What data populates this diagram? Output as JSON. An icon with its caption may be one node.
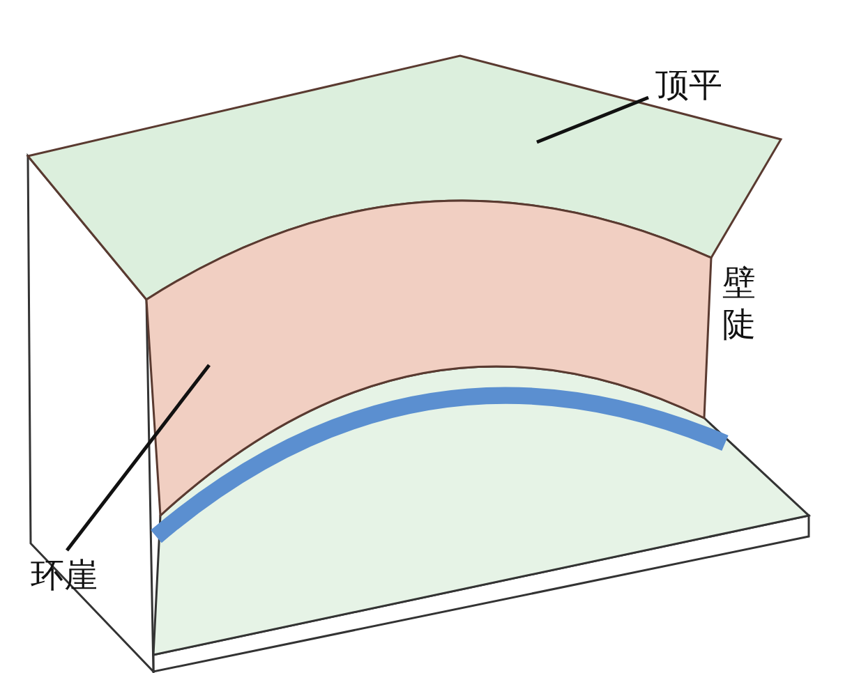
{
  "diagram": {
    "nodes": [
      {
        "text": [
          "顶平"
        ]
      },
      {
        "text": [],
        "shape": "picture"
      },
      {
        "text": [
          "环崖"
        ]
      },
      {
        "text": [],
        "shape": "picture"
      }
    ],
    "edges": [
      {
        "from": 0,
        "to": 1,
        "arrow": "none"
      },
      {
        "from": 2,
        "to": 3,
        "arrow": "none"
      }
    ],
    "labels": [
      "壁陡"
    ]
  }
}
